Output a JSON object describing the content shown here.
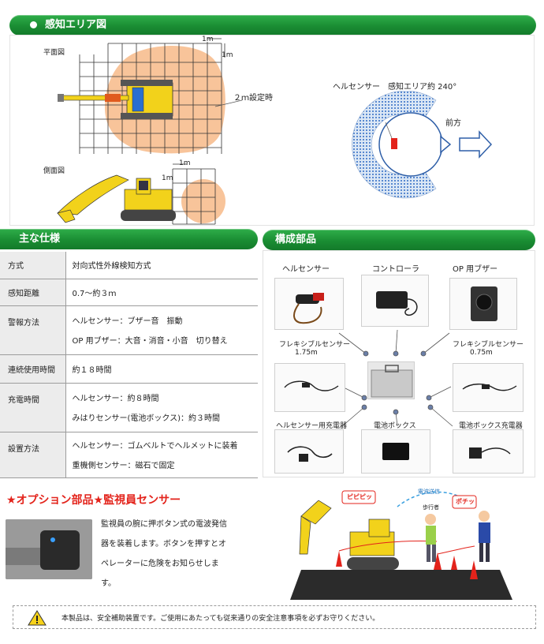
{
  "sections": {
    "area_title": "感知エリア図",
    "spec_title": "主な仕様",
    "parts_title": "構成部品"
  },
  "area": {
    "plan_label": "平面図",
    "side_label": "側面図",
    "grid_1m_a": "1m",
    "grid_1m_b": "1m",
    "grid_1m_c": "1m",
    "grid_1m_d": "1m",
    "setting_label": "２ｍ設定時",
    "helmet_label": "ヘルセンサー　感知エリア約 240°",
    "front_label": "前方"
  },
  "spec": {
    "rows": [
      {
        "key": "方式",
        "values": [
          "対向式性外線検知方式"
        ]
      },
      {
        "key": "感知距離",
        "values": [
          "0.7～約３ｍ"
        ]
      },
      {
        "key": "警報方法",
        "values": [
          "ヘルセンサー：ブザー音　振動",
          "OP 用ブザー：大音・消音・小音　切り替え"
        ]
      },
      {
        "key": "連続使用時間",
        "values": [
          "約１８時間"
        ]
      },
      {
        "key": "充電時間",
        "values": [
          "ヘルセンサー：約８時間",
          "みはりセンサー(電池ボックス)：約３時間"
        ]
      },
      {
        "key": "設置方法",
        "values": [
          "ヘルセンサー：ゴムベルトでヘルメットに装着",
          "重機側センサー：磁石で固定"
        ]
      }
    ]
  },
  "parts": {
    "helmet_sensor": "ヘルセンサー",
    "controller": "コントローラ",
    "op_buzzer": "OP 用ブザー",
    "flex_left": "フレキシブルセンサー",
    "flex_left_len": "1.75m",
    "flex_right": "フレキシブルセンサー",
    "flex_right_len": "0.75m",
    "helmet_charger": "ヘルセンサー用充電器",
    "battery_box": "電池ボックス",
    "battery_charger": "電池ボックス充電器"
  },
  "option": {
    "title": "★オプション部品★監視員センサー",
    "lines": [
      "監視員の腕に押ボタン式の電波発信",
      "器を装着します。ボタンを押すとオ",
      "ペレーターに危険をお知らせしま",
      "す。"
    ],
    "bubble_left": "ピピピッ",
    "bubble_right": "ポチッ",
    "radio_label": "電波送信",
    "walker_label": "歩行者"
  },
  "caution": {
    "text": "本製品は、安全補助装置です。ご使用にあたっても従来通りの安全注意事項を必ずお守りください。"
  },
  "colors": {
    "green": "#1a8d33",
    "peach": "#f8c49a",
    "red": "#e3231b",
    "excavator": "#f2d21b",
    "dot_blue": "#2f6bc4"
  }
}
